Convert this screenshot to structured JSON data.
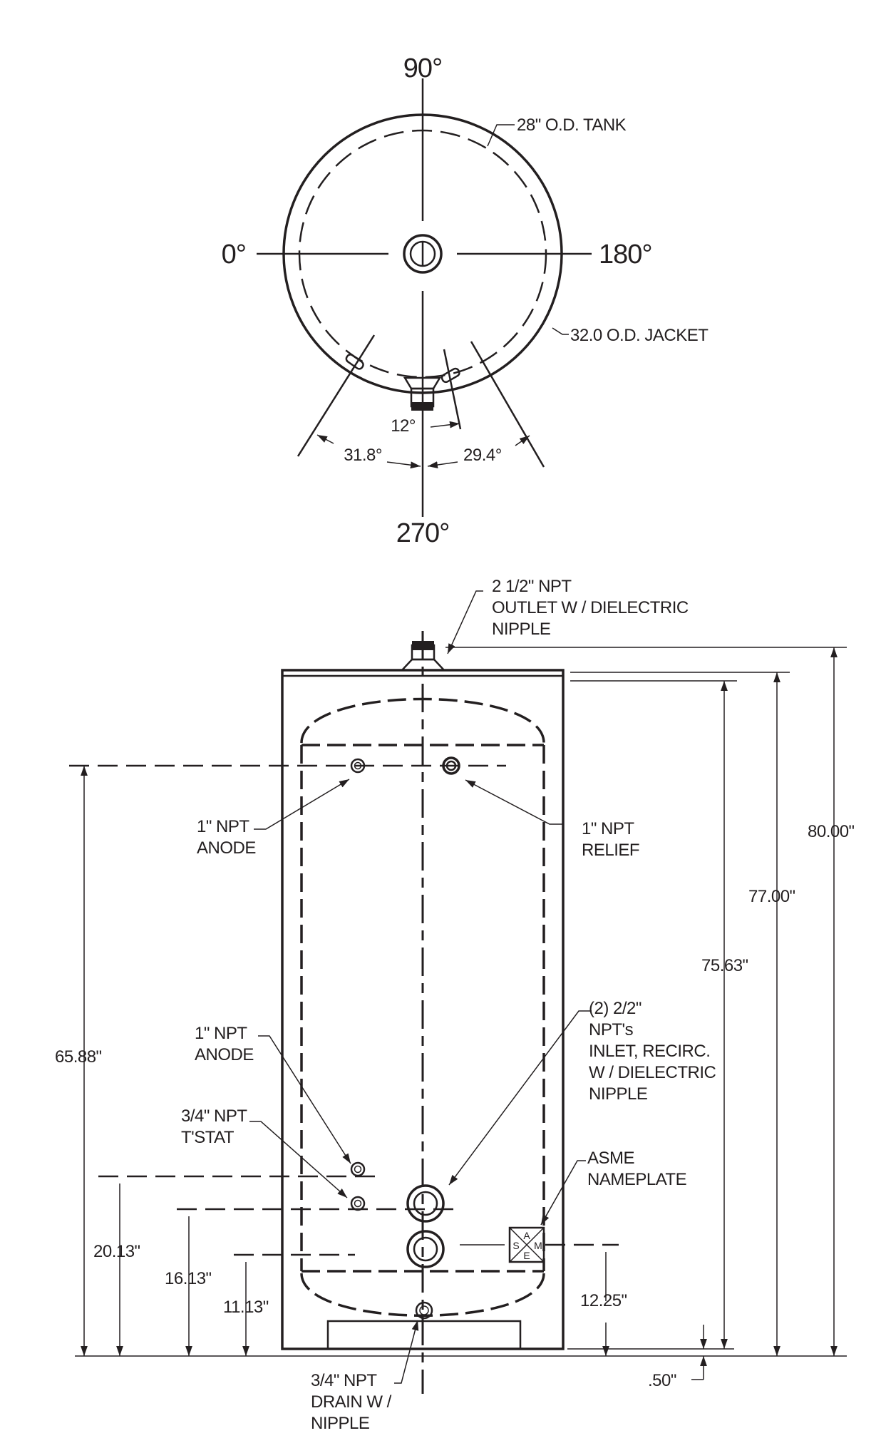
{
  "top_view": {
    "angle_90": "90°",
    "angle_0": "0°",
    "angle_180": "180°",
    "angle_270": "270°",
    "tank_label": "28\" O.D. TANK",
    "jacket_label": "32.0 O.D. JACKET",
    "angle_12": "12°",
    "angle_31_8": "31.8°",
    "angle_29_4": "29.4°"
  },
  "side_view": {
    "outlet": [
      "2 1/2\" NPT",
      "OUTLET W / DIELECTRIC",
      "NIPPLE"
    ],
    "anode_top": [
      "1\" NPT",
      "ANODE"
    ],
    "relief": [
      "1\" NPT",
      "RELIEF"
    ],
    "anode_low": [
      "1\" NPT",
      "ANODE"
    ],
    "tstat": [
      "3/4\" NPT",
      "T'STAT"
    ],
    "inlet": [
      "(2) 2/2\"",
      "NPT's",
      "INLET, RECIRC.",
      "W / DIELECTRIC",
      "NIPPLE"
    ],
    "nameplate": [
      "ASME",
      "NAMEPLATE"
    ],
    "nameplate_letters": [
      "A",
      "S",
      "M",
      "E"
    ],
    "drain": [
      "3/4\" NPT",
      "DRAIN W /",
      "NIPPLE"
    ],
    "dimensions": {
      "d_80": "80.00\"",
      "d_77": "77.00\"",
      "d_75_63": "75.63\"",
      "d_65_88": "65.88\"",
      "d_20_13": "20.13\"",
      "d_16_13": "16.13\"",
      "d_11_13": "11.13\"",
      "d_12_25": "12.25\"",
      "d_0_50": ".50\""
    }
  }
}
